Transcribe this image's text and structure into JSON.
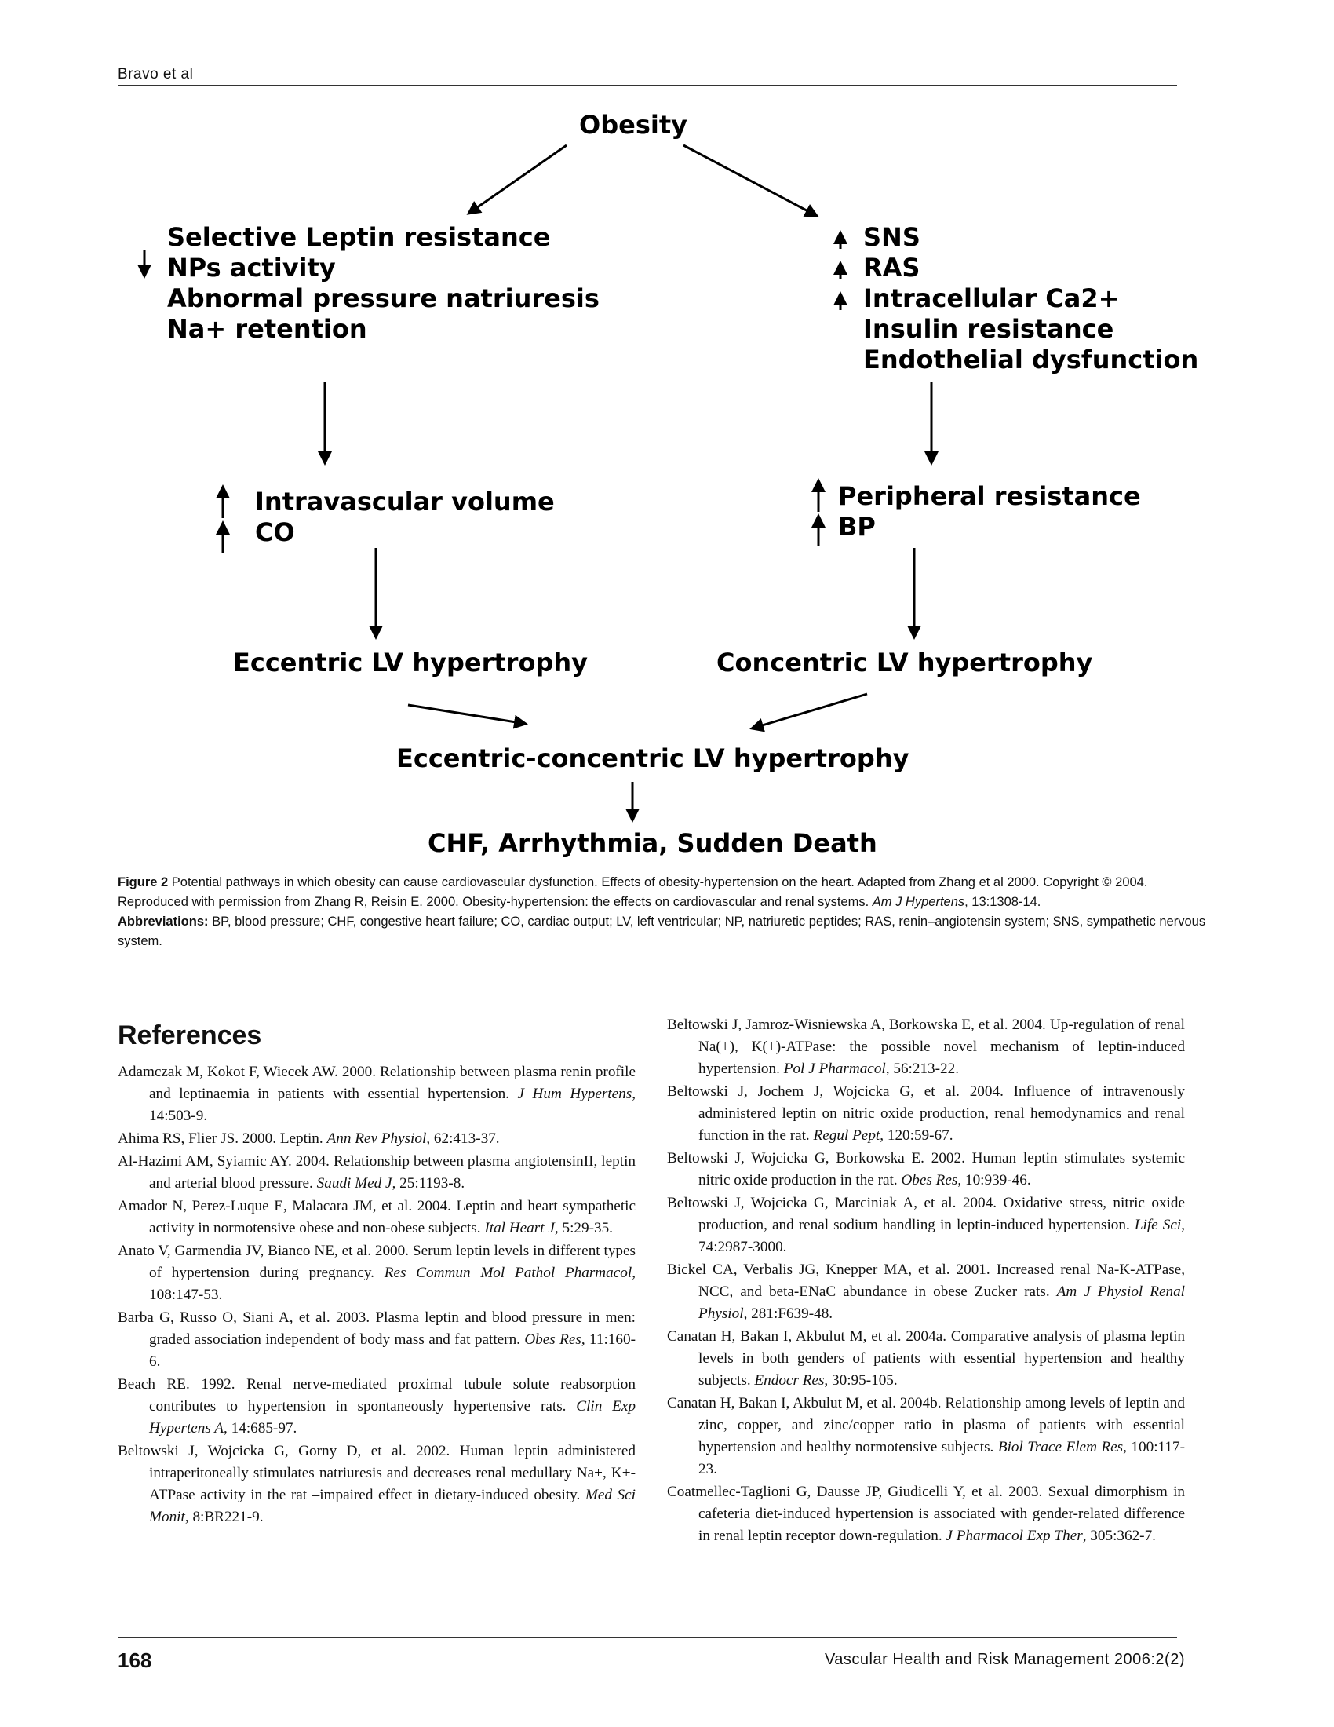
{
  "header": {
    "author": "Bravo et al"
  },
  "diagram": {
    "obesity": "Obesity",
    "left_top": [
      "Selective Leptin resistance",
      "NPs activity",
      "Abnormal pressure natriuresis",
      "Na+ retention"
    ],
    "right_top": [
      "SNS",
      "RAS",
      "Intracellular Ca2+",
      "Insulin resistance",
      "Endothelial dysfunction"
    ],
    "left_mid": [
      "Intravascular volume",
      "CO"
    ],
    "right_mid": [
      "Peripheral resistance",
      "BP"
    ],
    "eccentric": "Eccentric LV hypertrophy",
    "concentric": "Concentric LV hypertrophy",
    "combined": "Eccentric-concentric LV hypertrophy",
    "outcome": "CHF, Arrhythmia, Sudden Death"
  },
  "caption": {
    "fig_label": "Figure 2",
    "text": "Potential pathways in which obesity can cause cardiovascular dysfunction. Effects of obesity-hypertension on the heart. Adapted from Zhang et al 2000. Copyright © 2004. Reproduced with permission from Zhang R, Reisin E. 2000. Obesity-hypertension: the effects on cardiovascular and renal systems.",
    "journal": "Am J Hypertens",
    "tail": ", 13:1308-14.",
    "abbr_label": "Abbreviations:",
    "abbr_text": "BP, blood pressure; CHF, congestive heart failure; CO, cardiac output; LV, left ventricular; NP, natriuretic peptides; RAS, renin–angiotensin system; SNS, sympathetic nervous system."
  },
  "references": {
    "title": "References",
    "left": [
      {
        "pre": "Adamczak M, Kokot F, Wiecek AW. 2000. Relationship between plasma renin profile and leptinaemia in patients with essential hypertension. ",
        "journal": "J Hum Hypertens",
        "post": ", 14:503-9."
      },
      {
        "pre": "Ahima RS, Flier JS. 2000. Leptin. ",
        "journal": "Ann Rev Physiol",
        "post": ", 62:413-37."
      },
      {
        "pre": "Al-Hazimi AM, Syiamic AY. 2004. Relationship between plasma angiotensinII, leptin and arterial blood pressure. ",
        "journal": "Saudi Med J",
        "post": ", 25:1193-8."
      },
      {
        "pre": "Amador N, Perez-Luque E, Malacara JM, et al. 2004. Leptin and heart sympathetic activity in normotensive obese and non-obese subjects. ",
        "journal": "Ital Heart J",
        "post": ", 5:29-35."
      },
      {
        "pre": "Anato V, Garmendia JV, Bianco NE, et al. 2000. Serum leptin levels in different types of hypertension during pregnancy. ",
        "journal": "Res Commun Mol Pathol Pharmacol",
        "post": ", 108:147-53."
      },
      {
        "pre": "Barba G, Russo O, Siani A, et al. 2003. Plasma leptin and blood pressure in men: graded association independent of body mass and fat pattern. ",
        "journal": "Obes Res",
        "post": ", 11:160-6."
      },
      {
        "pre": "Beach RE. 1992. Renal nerve-mediated proximal tubule solute reabsorption contributes to hypertension in spontaneously hypertensive rats. ",
        "journal": "Clin Exp Hypertens A",
        "post": ", 14:685-97."
      },
      {
        "pre": "Beltowski J, Wojcicka G, Gorny D, et al. 2002. Human leptin administered intraperitoneally stimulates natriuresis and decreases renal medullary Na+, K+-ATPase activity in the rat –impaired effect in dietary-induced obesity. ",
        "journal": "Med Sci Monit",
        "post": ", 8:BR221-9."
      }
    ],
    "right": [
      {
        "pre": "Beltowski J, Jamroz-Wisniewska A, Borkowska E, et al. 2004. Up-regulation of renal Na(+), K(+)-ATPase: the possible novel mechanism of leptin-induced hypertension. ",
        "journal": "Pol J Pharmacol",
        "post": ", 56:213-22."
      },
      {
        "pre": "Beltowski J, Jochem J, Wojcicka G, et al. 2004. Influence of intravenously administered leptin on nitric oxide production, renal hemodynamics and renal function in the rat. ",
        "journal": "Regul Pept",
        "post": ", 120:59-67."
      },
      {
        "pre": "Beltowski J, Wojcicka G, Borkowska E. 2002. Human leptin stimulates systemic nitric oxide production in the rat. ",
        "journal": "Obes Res",
        "post": ", 10:939-46."
      },
      {
        "pre": "Beltowski J, Wojcicka G, Marciniak A, et al. 2004. Oxidative stress, nitric oxide production, and renal sodium handling in leptin-induced hypertension. ",
        "journal": "Life Sci",
        "post": ", 74:2987-3000."
      },
      {
        "pre": "Bickel CA, Verbalis JG, Knepper MA, et al. 2001. Increased renal Na-K-ATPase, NCC, and beta-ENaC abundance in obese Zucker rats. ",
        "journal": "Am J Physiol Renal Physiol",
        "post": ", 281:F639-48."
      },
      {
        "pre": "Canatan H, Bakan I, Akbulut M, et al. 2004a. Comparative analysis of plasma leptin levels in both genders of patients with essential hypertension and healthy subjects. ",
        "journal": "Endocr Res",
        "post": ", 30:95-105."
      },
      {
        "pre": "Canatan H, Bakan I, Akbulut M, et al. 2004b. Relationship among levels of leptin and zinc, copper, and zinc/copper ratio in plasma of patients with essential hypertension and healthy normotensive subjects. ",
        "journal": "Biol Trace Elem Res",
        "post": ", 100:117-23."
      },
      {
        "pre": "Coatmellec-Taglioni G, Dausse JP, Giudicelli Y, et al. 2003. Sexual dimorphism in cafeteria diet-induced hypertension is associated with gender-related difference in renal leptin receptor down-regulation. ",
        "journal": "J Pharmacol Exp Ther",
        "post": ", 305:362-7."
      }
    ]
  },
  "footer": {
    "page": "168",
    "journal": "Vascular Health and Risk Management 2006:2(2)"
  }
}
